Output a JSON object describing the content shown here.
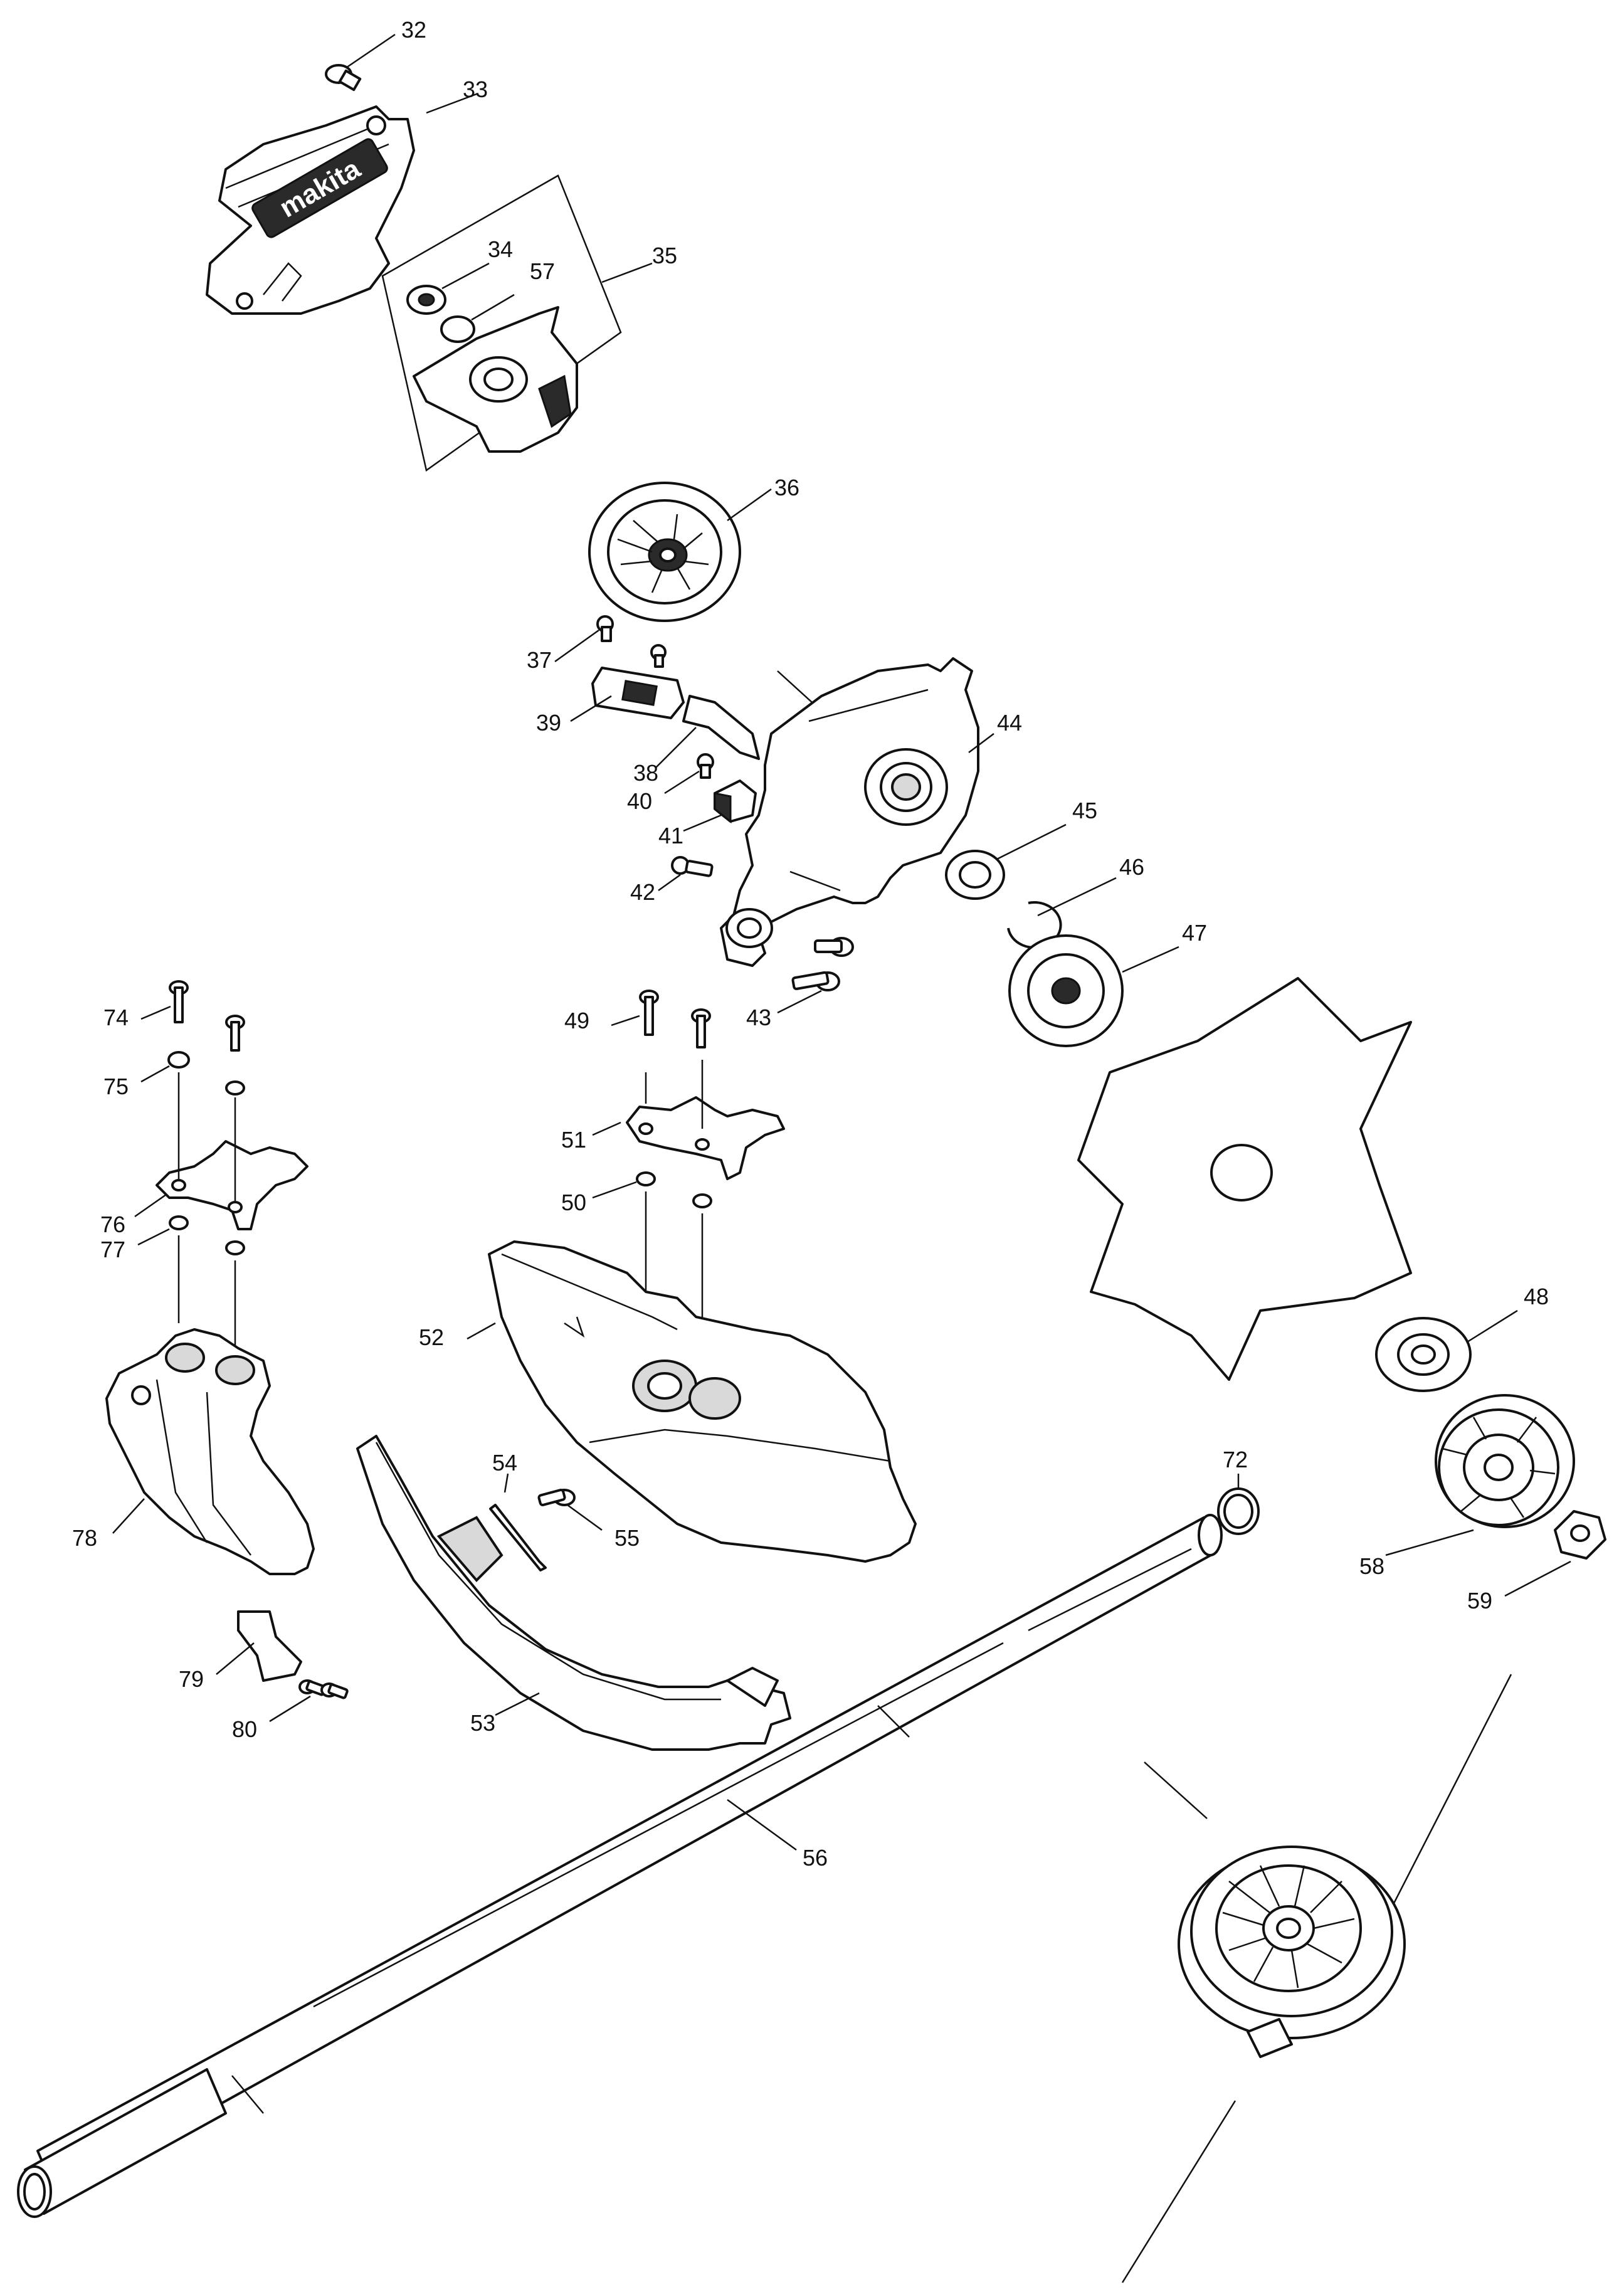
{
  "brand_logo": "makita",
  "callouts": {
    "c32": "32",
    "c33": "33",
    "c34": "34",
    "c35": "35",
    "c36": "36",
    "c37": "37",
    "c38": "38",
    "c39": "39",
    "c40": "40",
    "c41": "41",
    "c42": "42",
    "c43": "43",
    "c44": "44",
    "c45": "45",
    "c46": "46",
    "c47": "47",
    "c48": "48",
    "c49": "49",
    "c50": "50",
    "c51": "51",
    "c52": "52",
    "c53": "53",
    "c54": "54",
    "c55": "55",
    "c56": "56",
    "c57": "57",
    "c58": "58",
    "c59": "59",
    "c72": "72",
    "c74": "74",
    "c75": "75",
    "c76": "76",
    "c77": "77",
    "c78": "78",
    "c79": "79",
    "c80": "80"
  }
}
